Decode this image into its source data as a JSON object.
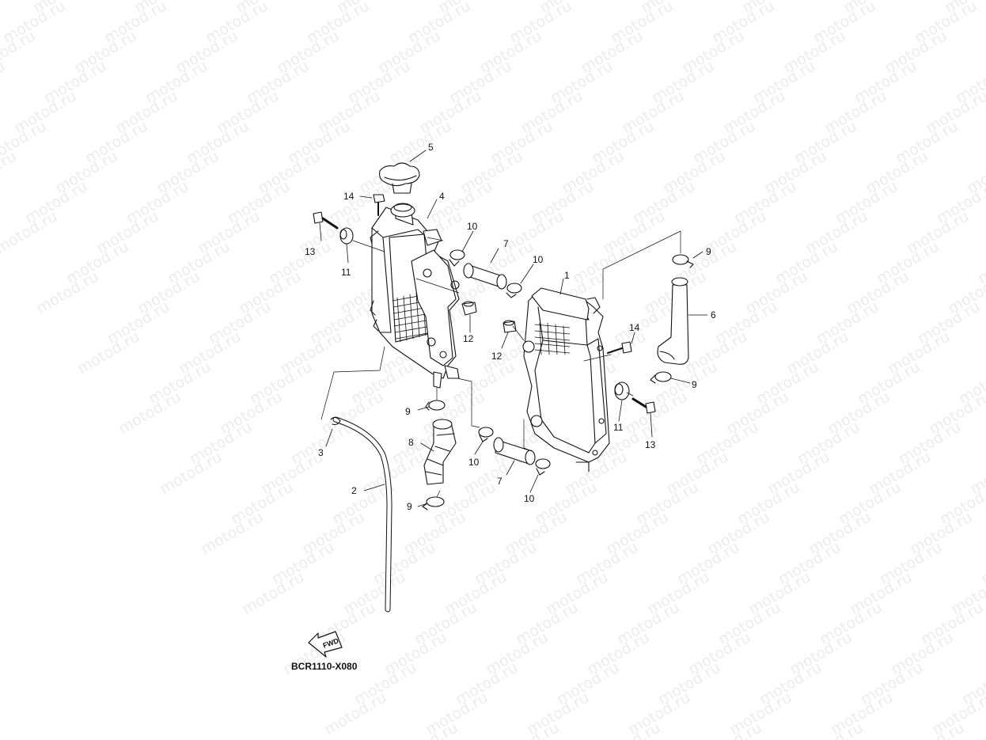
{
  "watermark_text": "motod.ru",
  "diagram_code": "BCR1110-X080",
  "fwd_label": "FWD",
  "callouts": [
    {
      "id": "c5",
      "text": "5"
    },
    {
      "id": "c14a",
      "text": "14"
    },
    {
      "id": "c4",
      "text": "4"
    },
    {
      "id": "c13a",
      "text": "13"
    },
    {
      "id": "c11a",
      "text": "11"
    },
    {
      "id": "c10a",
      "text": "10"
    },
    {
      "id": "c7a",
      "text": "7"
    },
    {
      "id": "c10b",
      "text": "10"
    },
    {
      "id": "c12a",
      "text": "12"
    },
    {
      "id": "c12b",
      "text": "12"
    },
    {
      "id": "c1",
      "text": "1"
    },
    {
      "id": "c9a",
      "text": "9"
    },
    {
      "id": "c6",
      "text": "6"
    },
    {
      "id": "c14b",
      "text": "14"
    },
    {
      "id": "c9b",
      "text": "9"
    },
    {
      "id": "c11b",
      "text": "11"
    },
    {
      "id": "c13b",
      "text": "13"
    },
    {
      "id": "c9c",
      "text": "9"
    },
    {
      "id": "c8",
      "text": "8"
    },
    {
      "id": "c3",
      "text": "3"
    },
    {
      "id": "c2",
      "text": "2"
    },
    {
      "id": "c10c",
      "text": "10"
    },
    {
      "id": "c7b",
      "text": "7"
    },
    {
      "id": "c10d",
      "text": "10"
    },
    {
      "id": "c9d",
      "text": "9"
    }
  ]
}
